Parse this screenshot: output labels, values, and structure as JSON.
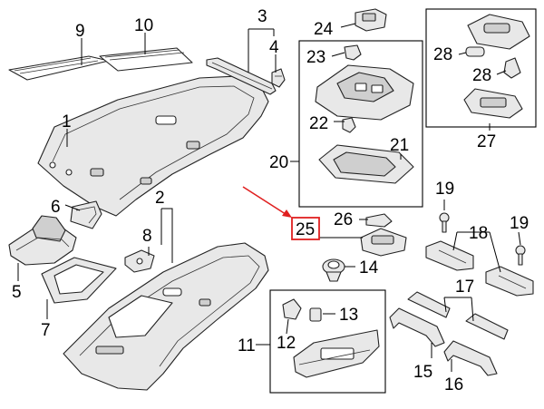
{
  "callouts": {
    "c1": "1",
    "c2": "2",
    "c3": "3",
    "c4": "4",
    "c5": "5",
    "c6": "6",
    "c7": "7",
    "c8": "8",
    "c9": "9",
    "c10": "10",
    "c11": "11",
    "c12": "12",
    "c13": "13",
    "c14": "14",
    "c15": "15",
    "c16": "16",
    "c17": "17",
    "c18": "18",
    "c19a": "19",
    "c19b": "19",
    "c20": "20",
    "c21": "21",
    "c22": "22",
    "c23": "23",
    "c24": "24",
    "c25": "25",
    "c26": "26",
    "c27": "27",
    "c28a": "28",
    "c28b": "28"
  },
  "highlight": {
    "part": "25",
    "color": "#e02020"
  }
}
